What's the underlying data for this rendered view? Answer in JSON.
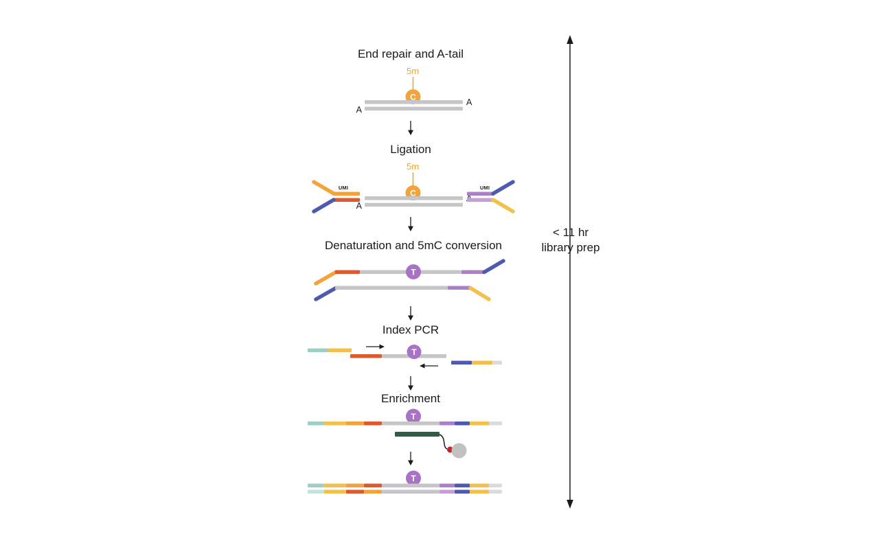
{
  "figure": {
    "background": "#FFFFFF",
    "description_domain": "library-prep-workflow-diagram"
  },
  "steps": {
    "end_repair": {
      "title": "End repair and A-tail"
    },
    "ligation": {
      "title": "Ligation"
    },
    "denaturation": {
      "title": "Denaturation and 5mC conversion"
    },
    "index_pcr": {
      "title": "Index PCR"
    },
    "enrichment": {
      "title": "Enrichment"
    }
  },
  "labels": {
    "methyl_c": "5m",
    "cytosine": "C",
    "thymine": "T",
    "adenine": "A",
    "umi": "UMI"
  },
  "timeline": {
    "line1": "< 11 hr",
    "line2": "library prep"
  },
  "colors": {
    "methyl_orange": "#F2A33C",
    "umi_red": "#DE5A2E",
    "adapter_blue": "#4C5BAF",
    "converted_purple_circle": "#A873C4",
    "segment_purple": "#AC80C6",
    "segment_purple_light": "#C3A0D6",
    "index_yellow": "#F2C14B",
    "teal": "#9FCFC3",
    "teal_light": "#C6E3DB",
    "dna_gray": "#C6C6C8",
    "gray_light": "#DBDBDD",
    "probe_green": "#2F5B45",
    "biotin_red": "#C4202E",
    "bead_gray": "#C1C1C1",
    "ink": "#1A1A1A"
  }
}
